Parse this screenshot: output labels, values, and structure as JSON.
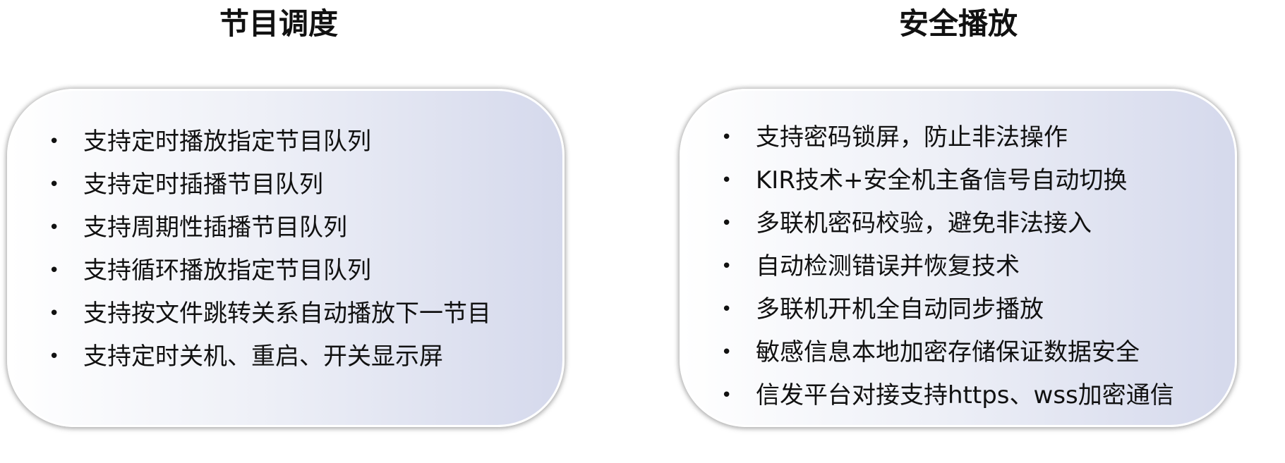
{
  "panels": [
    {
      "title": "节目调度",
      "items": [
        "支持定时播放指定节目队列",
        "支持定时插播节目队列",
        "支持周期性插播节目队列",
        "支持循环播放指定节目队列",
        "支持按文件跳转关系自动播放下一节目",
        "支持定时关机、重启、开关显示屏"
      ]
    },
    {
      "title": "安全播放",
      "items": [
        "支持密码锁屏，防止非法操作",
        "KIR技术+安全机主备信号自动切换",
        "多联机密码校验，避免非法接入",
        "自动检测错误并恢复技术",
        "多联机开机全自动同步播放",
        "敏感信息本地加密存储保证数据安全",
        "信发平台对接支持https、wss加密通信"
      ]
    }
  ],
  "bullet_glyph": "•",
  "colors": {
    "card_gradient_start": "#ffffff",
    "card_gradient_end": "#d5d9ec",
    "text": "#111111"
  }
}
